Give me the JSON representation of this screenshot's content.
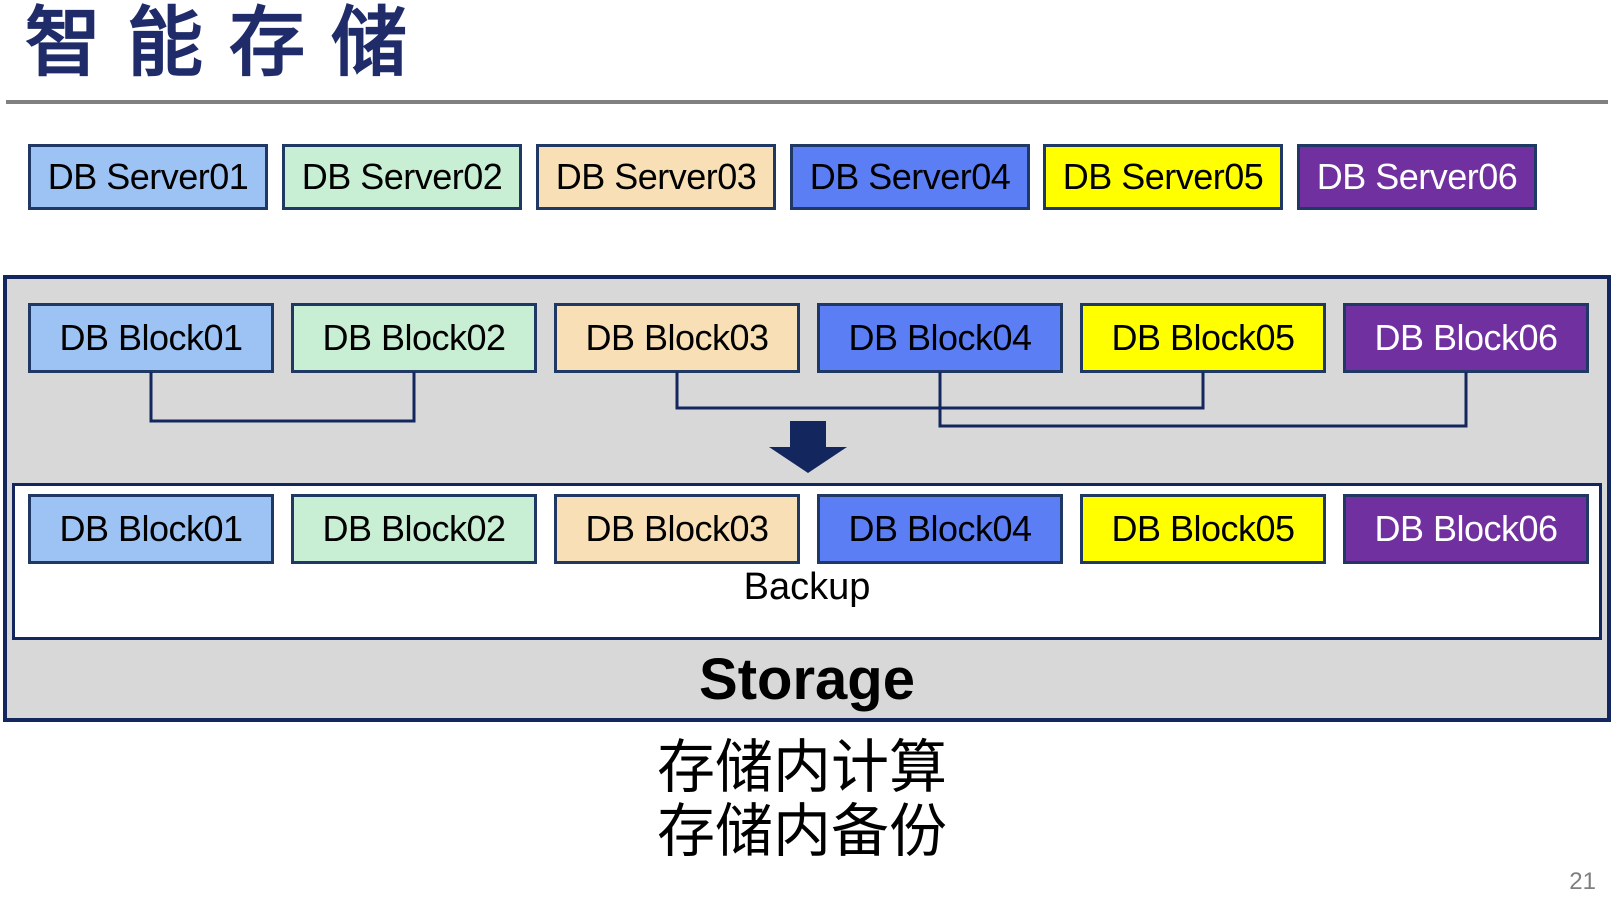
{
  "slide": {
    "title": "智能存储",
    "page_number": "21"
  },
  "colors": {
    "title": "#1F2C69",
    "navy": "#13265E",
    "box_border": "#1F3864",
    "divider": "#808080",
    "storage_bg": "#D8D8D8",
    "backup_bg": "#FFFFFF",
    "page_number": "#7F7F7F",
    "arrow": "#13265E"
  },
  "db_servers": [
    {
      "label": "DB Server01",
      "fill": "#9CC3F4",
      "text": "#000000"
    },
    {
      "label": "DB Server02",
      "fill": "#C8EFD3",
      "text": "#000000"
    },
    {
      "label": "DB Server03",
      "fill": "#F8DFB5",
      "text": "#000000"
    },
    {
      "label": "DB Server04",
      "fill": "#5B7EF5",
      "text": "#000000"
    },
    {
      "label": "DB Server05",
      "fill": "#FFFF00",
      "text": "#000000"
    },
    {
      "label": "DB Server06",
      "fill": "#7030A0",
      "text": "#FFFFFF"
    }
  ],
  "db_blocks_top": [
    {
      "label": "DB Block01",
      "fill": "#9CC3F4",
      "text": "#000000"
    },
    {
      "label": "DB Block02",
      "fill": "#C8EFD3",
      "text": "#000000"
    },
    {
      "label": "DB Block03",
      "fill": "#F8DFB5",
      "text": "#000000"
    },
    {
      "label": "DB Block04",
      "fill": "#5B7EF5",
      "text": "#000000"
    },
    {
      "label": "DB Block05",
      "fill": "#FFFF00",
      "text": "#000000"
    },
    {
      "label": "DB Block06",
      "fill": "#7030A0",
      "text": "#FFFFFF"
    }
  ],
  "db_blocks_backup": [
    {
      "label": "DB Block01",
      "fill": "#9CC3F4",
      "text": "#000000"
    },
    {
      "label": "DB Block02",
      "fill": "#C8EFD3",
      "text": "#000000"
    },
    {
      "label": "DB Block03",
      "fill": "#F8DFB5",
      "text": "#000000"
    },
    {
      "label": "DB Block04",
      "fill": "#5B7EF5",
      "text": "#000000"
    },
    {
      "label": "DB Block05",
      "fill": "#FFFF00",
      "text": "#000000"
    },
    {
      "label": "DB Block06",
      "fill": "#7030A0",
      "text": "#FFFFFF"
    }
  ],
  "block_connections": [
    [
      0,
      1
    ],
    [
      2,
      4
    ],
    [
      3,
      5
    ]
  ],
  "storage": {
    "backup_label": "Backup",
    "storage_label": "Storage"
  },
  "captions": [
    "存储内计算",
    "存储内备份"
  ]
}
